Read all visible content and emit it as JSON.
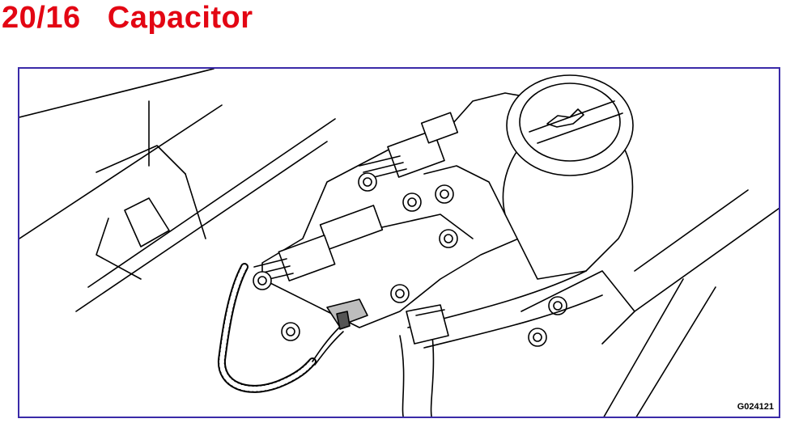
{
  "header": {
    "title": "20/16   Capacitor"
  },
  "figure": {
    "figure_id": "G024121",
    "frame_color": "#3a2aa8",
    "title_color": "#e30613",
    "subject": "capacitor with wire harness connector, mounted near engine oil fill cap"
  }
}
